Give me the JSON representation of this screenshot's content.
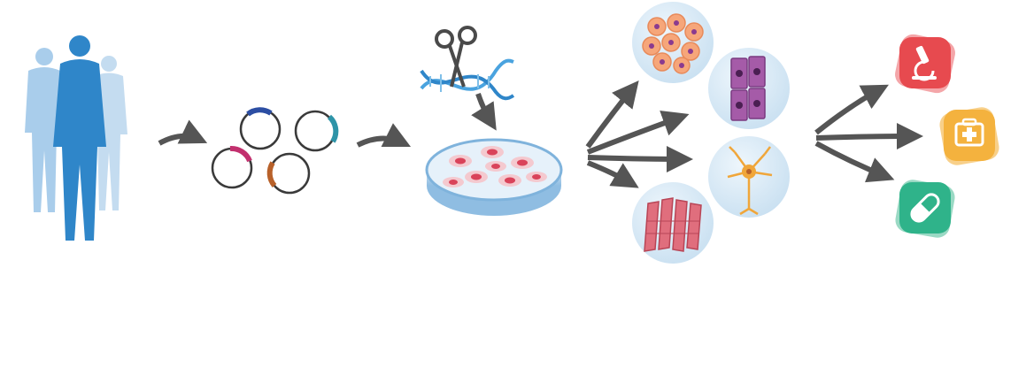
{
  "diagram": {
    "stages": [
      {
        "id": "donors",
        "icon": "people-silhouette-icon"
      },
      {
        "id": "plasmids",
        "icon": "plasmid-vectors-icon"
      },
      {
        "id": "gene-editing",
        "icon": "scissors-dna-icon"
      },
      {
        "id": "cell-culture",
        "icon": "petri-dish-icon"
      },
      {
        "id": "differentiated-cells",
        "icons": [
          "stem-cell-cluster-icon",
          "epithelial-cells-icon",
          "neuron-icon",
          "muscle-cells-icon"
        ]
      },
      {
        "id": "applications",
        "icons": [
          "microscope-icon",
          "first-aid-kit-icon",
          "pill-capsule-icon"
        ]
      }
    ],
    "colors": {
      "person_dark": "#2f86c9",
      "person_light": "#8bbde4",
      "arrow": "#555555",
      "plasmid_ring": "#3a3a3a",
      "seg_blue": "#2c4ea3",
      "seg_teal": "#2e94a8",
      "seg_magenta": "#c2306e",
      "seg_orange": "#b8612a",
      "dna_blue": "#4aa3df",
      "dish_rim": "#7fb3dc",
      "cell_red": "#d9435a",
      "bubble": "#dcebf6",
      "app_red": "#e74a4f",
      "app_yellow": "#f4b23e",
      "app_green": "#2fb38a"
    }
  }
}
